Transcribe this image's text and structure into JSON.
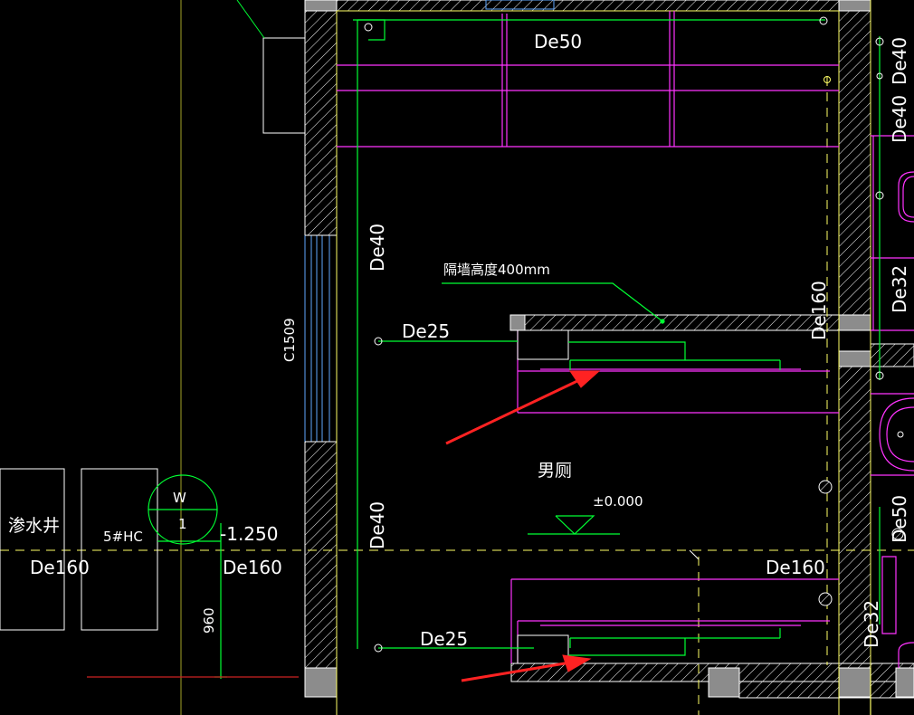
{
  "drawing": {
    "colors": {
      "background": "#000000",
      "wall_fill": "#8c8c8c",
      "wall_line": "#ffffff",
      "axis_yellow": "#ffff66",
      "water_pipe_green": "#00ff33",
      "fixture_magenta": "#ff33ff",
      "annotation_red": "#ff2222",
      "window_blue": "#5fa8ff"
    },
    "labels": {
      "pipe_de50": "De50",
      "pipe_de40_top_right": "De40",
      "pipe_de40_right": "De40",
      "pipe_de40_left_upper": "De40",
      "pipe_de40_left_lower": "De40",
      "pipe_de32_right": "De32",
      "pipe_de32_bottom_right": "De32",
      "pipe_de25_upper": "De25",
      "pipe_de25_lower": "De25",
      "pipe_de160_vertical": "De160",
      "pipe_de160_right": "De160",
      "pipe_de160_left": "De160",
      "pipe_de160_mid": "De160",
      "pipe_de50_right_edge": "De50",
      "window_c1509": "C1509",
      "partition_note": "隔墙高度400mm",
      "room_name": "男厕",
      "floor_level": "±0.000",
      "outdoor_level": "-1.250",
      "dimension_960": "960",
      "seepage_well": "渗水井",
      "inspection_well": "5#HC",
      "well_symbol_letter": "W",
      "well_symbol_number": "1"
    }
  }
}
